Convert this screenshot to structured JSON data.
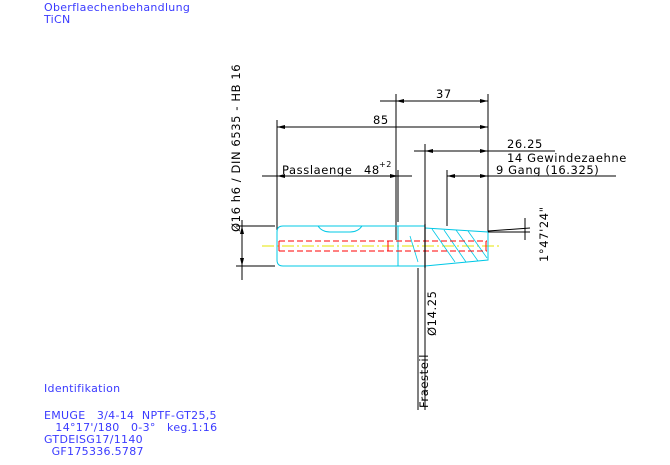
{
  "header": {
    "surface_label": "Oberflaechenbehandlung",
    "coating": "TiCN"
  },
  "dimensions": {
    "vertical_spec": "Ø16 h6 / DIN 6535 - HB 16",
    "dim_37": "37",
    "dim_85": "85",
    "dim_26_25": "26.25",
    "thread_teeth": "14 Gewindezaehne",
    "gang": "9 Gang (16.325)",
    "passlaenge": "Passlaenge",
    "passlaenge_value": "48",
    "passlaenge_tol": "+2",
    "angle": "1°47'24\"",
    "diameter_14_25": "Ø14.25",
    "fraesteil": "Fraesteil"
  },
  "identification": {
    "title": "Identifikation",
    "lines": [
      "EMUGE   3/4-14  NPTF-GT25,5",
      "   14°17'/180   0-3°   keg.1:16",
      "GTDEISG17/1140",
      "  GF175336.5787"
    ]
  },
  "colors": {
    "blue_text": "#3a3aff",
    "tool_outline": "#00c8e6",
    "coolant": "#ff0000",
    "centerline": "#e6e600"
  }
}
